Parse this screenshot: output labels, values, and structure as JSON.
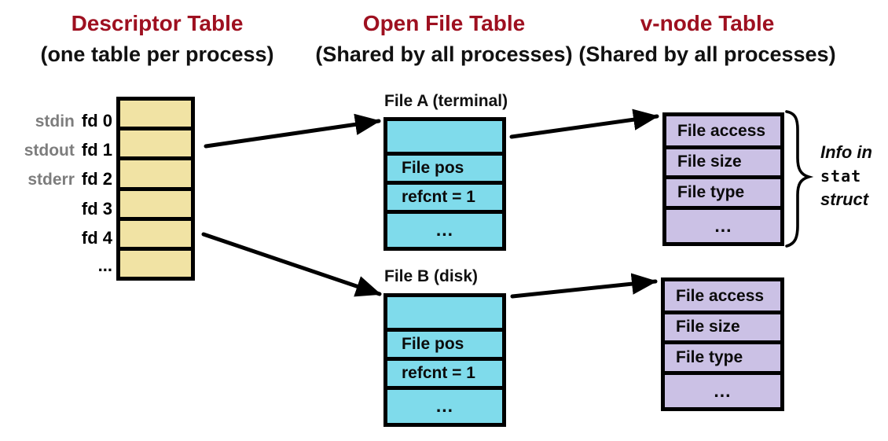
{
  "columns": [
    {
      "title": "Descriptor Table",
      "subtitle": "(one table per process)"
    },
    {
      "title": "Open File Table",
      "subtitle": "(Shared by all processes)"
    },
    {
      "title": "v-node Table",
      "subtitle": "(Shared by all processes)"
    }
  ],
  "descriptor_table": {
    "rows": [
      {
        "stream": "stdin",
        "fd": "fd 0"
      },
      {
        "stream": "stdout",
        "fd": "fd 1"
      },
      {
        "stream": "stderr",
        "fd": "fd 2"
      },
      {
        "stream": "",
        "fd": "fd 3"
      },
      {
        "stream": "",
        "fd": "fd 4"
      },
      {
        "stream": "",
        "fd": "..."
      }
    ]
  },
  "open_file_tables": [
    {
      "title": "File A (terminal)",
      "rows": [
        "",
        "File pos",
        "refcnt = 1",
        "..."
      ]
    },
    {
      "title": "File B (disk)",
      "rows": [
        "",
        "File pos",
        "refcnt = 1",
        "..."
      ]
    }
  ],
  "vnode_tables": [
    {
      "rows": [
        "File access",
        "File size",
        "File type",
        "..."
      ]
    },
    {
      "rows": [
        "File access",
        "File size",
        "File type",
        "..."
      ]
    }
  ],
  "annotation": {
    "line1": "Info in",
    "line2": "stat",
    "line3": "struct"
  },
  "colors": {
    "khaki": "#F1E3A4",
    "cyan": "#7FDBEB",
    "purple": "#CBC1E5",
    "header-red": "#9E1020",
    "stream-gray": "#7D7D7D"
  }
}
